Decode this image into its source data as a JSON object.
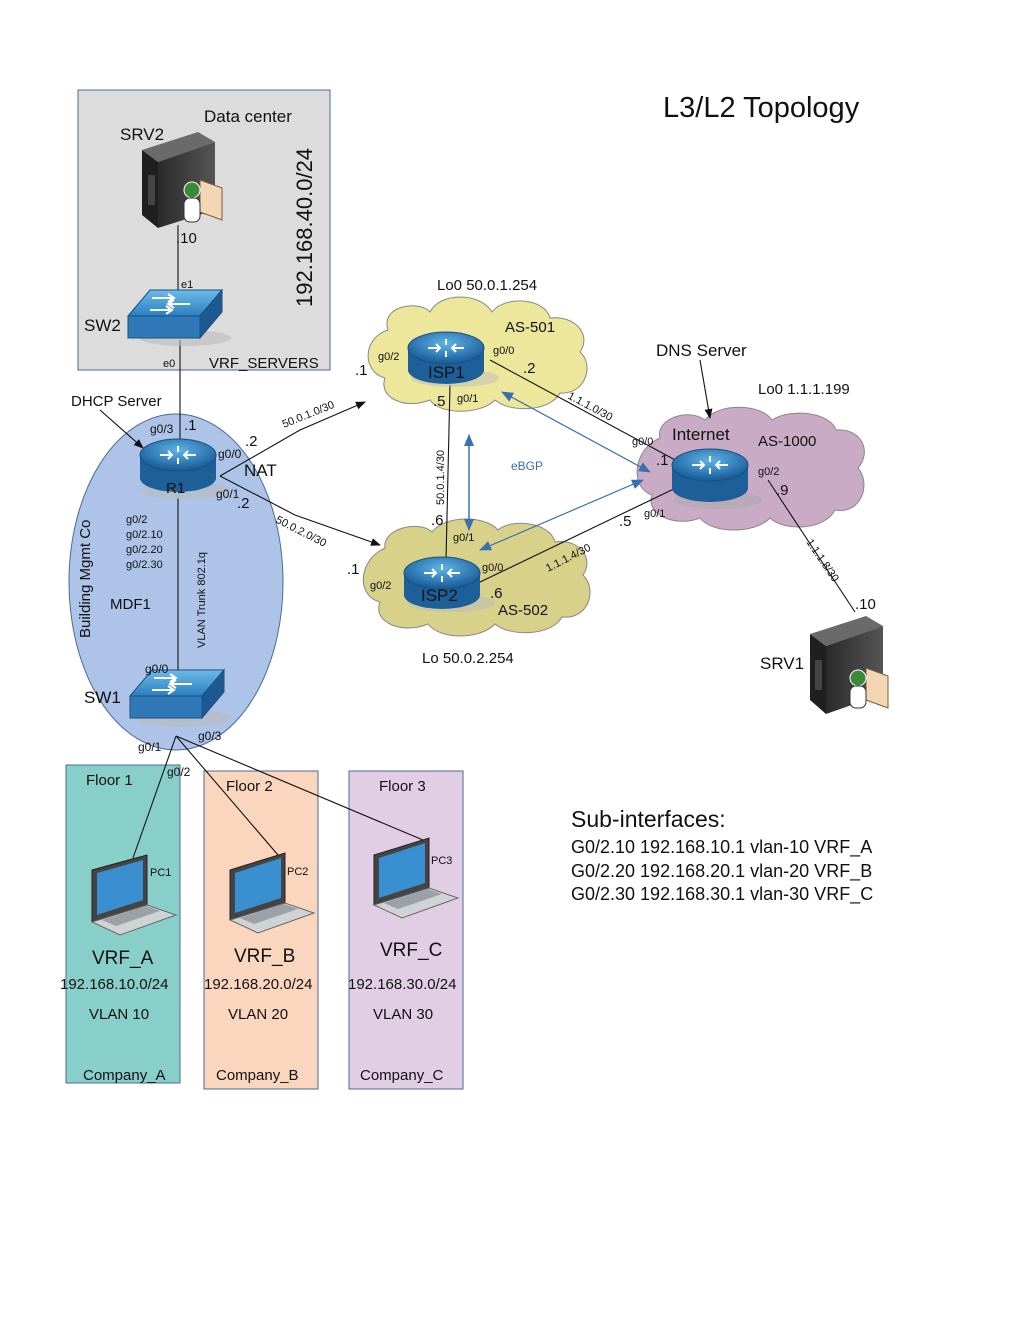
{
  "title": "L3/L2 Topology",
  "datacenter": {
    "label": "Data center",
    "subnet": "192.168.40.0/24",
    "vrf": "VRF_SERVERS",
    "srv2": {
      "name": "SRV2",
      "ip": ".10",
      "port": "e1"
    },
    "sw2": {
      "name": "SW2",
      "port": "e0"
    }
  },
  "building": {
    "label": "Building Mgmt Co",
    "mdf": "MDF1",
    "trunk": "VLAN Trunk 802.1q",
    "r1": {
      "name": "R1",
      "dhcp": "DHCP Server",
      "nat": "NAT",
      "p_g03": "g0/3",
      "ip_g03": ".1",
      "p_g00": "g0/0",
      "ip_g00": ".2",
      "p_g01": "g0/1",
      "ip_g01": ".2",
      "subifs": [
        "g0/2",
        "g0/2.10",
        "g0/2.20",
        "g0/2.30"
      ]
    },
    "sw1": {
      "name": "SW1",
      "p_g00": "g0/0",
      "p_g01": "g0/1",
      "p_g02": "g0/2",
      "p_g03": "g0/3"
    }
  },
  "isp1": {
    "name": "ISP1",
    "as": "AS-501",
    "lo": "Lo0 50.0.1.254",
    "p_g02": "g0/2",
    "p_g00": "g0/0",
    "p_g01": "g0/1",
    "ip_g02": ".1",
    "ip_g00": ".2",
    "ip_g01": ".5"
  },
  "isp2": {
    "name": "ISP2",
    "as": "AS-502",
    "lo": "Lo 50.0.2.254",
    "p_g01": "g0/1",
    "p_g02": "g0/2",
    "p_g00": "g0/0",
    "ip_g01": ".6",
    "ip_g02": ".1",
    "ip_g00": ".6"
  },
  "internet": {
    "name": "Internet",
    "as": "AS-1000",
    "lo": "Lo0 1.1.1.199",
    "dns": "DNS Server",
    "p_g00": "g0/0",
    "p_g01": "g0/1",
    "p_g02": "g0/2",
    "ip_g00": ".1",
    "ip_g01": ".5",
    "ip_g02": ".9"
  },
  "srv1": {
    "name": "SRV1",
    "ip": ".10"
  },
  "subnets": {
    "r1_isp1": "50.0.1.0/30",
    "r1_isp2": "50.0.2.0/30",
    "isp1_isp2": "50.0.1.4/30",
    "isp1_inet": "1.1.1.0/30",
    "isp2_inet": "1.1.1.4/30",
    "inet_srv1": "1.1.1.8/30"
  },
  "ebgp": "eBGP",
  "floors": [
    {
      "floor": "Floor 1",
      "pc": "PC1",
      "vrf": "VRF_A",
      "subnet": "192.168.10.0/24",
      "vlan": "VLAN 10",
      "company": "Company_A",
      "color": "#88cfca"
    },
    {
      "floor": "Floor 2",
      "pc": "PC2",
      "vrf": "VRF_B",
      "subnet": "192.168.20.0/24",
      "vlan": "VLAN 20",
      "company": "Company_B",
      "color": "#fbd6bf"
    },
    {
      "floor": "Floor 3",
      "pc": "PC3",
      "vrf": "VRF_C",
      "subnet": "192.168.30.0/24",
      "vlan": "VLAN 30",
      "company": "Company_C",
      "color": "#e1cde4"
    }
  ],
  "subinterfaces": {
    "header": "Sub-interfaces:",
    "rows": [
      "G0/2.10 192.168.10.1 vlan-10 VRF_A",
      "G0/2.20 192.168.20.1 vlan-20 VRF_B",
      "G0/2.30 192.168.30.1 vlan-30 VRF_C"
    ]
  },
  "colors": {
    "datacenter_bg": "#dcdcdc",
    "building_bg": "#adc4e8",
    "isp_cloud": "#ede79b",
    "isp2_cloud": "#d7d18a",
    "internet_cloud": "#c9abc6",
    "device_blue": "#2a78bb",
    "ebgp_arrow": "#3a6fb0"
  }
}
